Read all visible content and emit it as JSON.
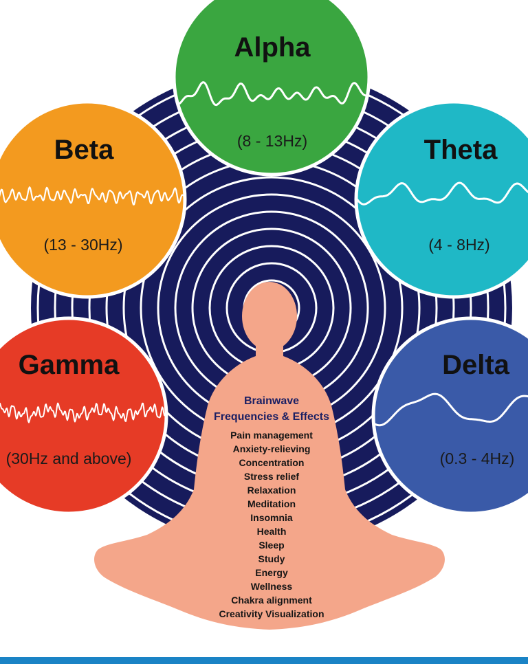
{
  "colors": {
    "background": "#ffffff",
    "rings_bg": "#171b5c",
    "ring_stroke": "#ffffff",
    "silhouette": "#f4a68a",
    "bottom_bar": "#1a83c5",
    "alpha": "#3aa640",
    "beta": "#f39a1f",
    "theta": "#1fb8c6",
    "gamma": "#e63b26",
    "delta": "#3a5aa8",
    "heading_text": "#1b1f63"
  },
  "waves": [
    {
      "key": "alpha",
      "name": "Alpha",
      "range": "(8 - 13Hz)",
      "icon": "alpha-wave-icon"
    },
    {
      "key": "beta",
      "name": "Beta",
      "range": "(13 - 30Hz)",
      "icon": "beta-wave-icon"
    },
    {
      "key": "theta",
      "name": "Theta",
      "range": "(4 - 8Hz)",
      "icon": "theta-wave-icon"
    },
    {
      "key": "gamma",
      "name": "Gamma",
      "range": "(30Hz and above)",
      "icon": "gamma-wave-icon"
    },
    {
      "key": "delta",
      "name": "Delta",
      "range": "(0.3 - 4Hz)",
      "icon": "delta-wave-icon"
    }
  ],
  "panel": {
    "heading_line1": "Brainwave",
    "heading_line2": "Frequencies & Effects",
    "effects": [
      "Pain management",
      "Anxiety-relieving",
      "Concentration",
      "Stress relief",
      "Relaxation",
      "Meditation",
      "Insomnia",
      "Health",
      "Sleep",
      "Study",
      "Energy",
      "Wellness",
      "Chakra alignment",
      "Creativity Visualization"
    ]
  }
}
